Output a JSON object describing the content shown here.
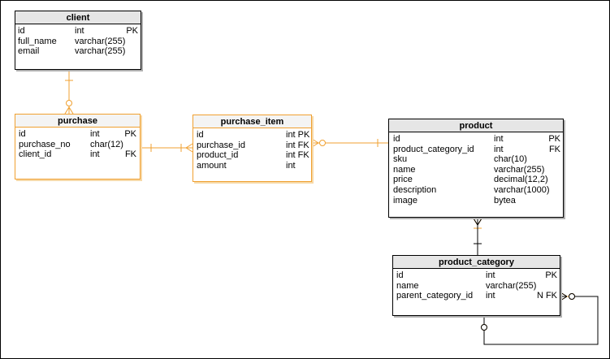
{
  "colors": {
    "table_border": "#000000",
    "orange_border": "#f0a030",
    "header_fill": "#e6e6e6",
    "connector": "#f0a030"
  },
  "entities": {
    "client": {
      "title": "client",
      "rows": [
        [
          "id",
          "int",
          "PK"
        ],
        [
          "full_name",
          "varchar(255)",
          ""
        ],
        [
          "email",
          "varchar(255)",
          ""
        ]
      ]
    },
    "purchase": {
      "title": "purchase",
      "rows": [
        [
          "id",
          "int",
          "PK"
        ],
        [
          "purchase_no",
          "char(12)",
          ""
        ],
        [
          "client_id",
          "int",
          "FK"
        ]
      ]
    },
    "purchase_item": {
      "title": "purchase_item",
      "rows": [
        [
          "id",
          "int PK",
          ""
        ],
        [
          "purchase_id",
          "int FK",
          ""
        ],
        [
          "product_id",
          "int FK",
          ""
        ],
        [
          "amount",
          "int",
          ""
        ]
      ]
    },
    "product": {
      "title": "product",
      "rows": [
        [
          "id",
          "int",
          "PK"
        ],
        [
          "product_category_id",
          "int",
          "FK"
        ],
        [
          "sku",
          "char(10)",
          ""
        ],
        [
          "name",
          "varchar(255)",
          ""
        ],
        [
          "price",
          "decimal(12,2)",
          ""
        ],
        [
          "description",
          "varchar(1000)",
          ""
        ],
        [
          "image",
          "bytea",
          ""
        ]
      ]
    },
    "product_category": {
      "title": "product_category",
      "rows": [
        [
          "id",
          "int",
          "PK"
        ],
        [
          "name",
          "varchar(255)",
          ""
        ],
        [
          "parent_category_id",
          "int",
          "N FK"
        ]
      ]
    }
  },
  "relationships": [
    {
      "from": "client",
      "to": "purchase",
      "from_end": "one",
      "to_end": "zero-or-many"
    },
    {
      "from": "purchase",
      "to": "purchase_item",
      "from_end": "one",
      "to_end": "one-or-many"
    },
    {
      "from": "purchase_item",
      "to": "product",
      "from_end": "zero-or-many",
      "to_end": "one"
    },
    {
      "from": "product",
      "to": "product_category",
      "from_end": "one-or-many",
      "to_end": "one"
    },
    {
      "from": "product_category",
      "to": "product_category",
      "from_end": "zero-or-many",
      "to_end": "zero-or-one"
    }
  ]
}
